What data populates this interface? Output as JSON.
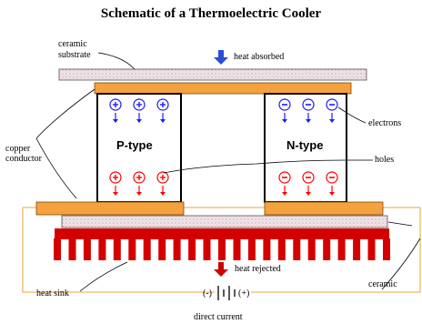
{
  "title": "Schematic of a Thermoelectric Cooler",
  "labels": {
    "ceramic_substrate_top": "ceramic\nsubstrate",
    "heat_absorbed": "heat absorbed",
    "copper_conductor": "copper\nconductor",
    "p_type": "P-type",
    "n_type": "N-type",
    "electrons": "electrons",
    "holes": "holes",
    "heat_rejected": "heat rejected",
    "heat_sink": "heat sink",
    "direct_current": "direct current",
    "ceramic_bottom": "ceramic",
    "minus_terminal": "(-)",
    "plus_terminal": "(+)"
  },
  "colors": {
    "copper": "#f5a13d",
    "ceramic": "#e7d8dd",
    "heat_sink": "#d40000",
    "electron_blue": "#1a1aff",
    "hole_red": "#ff0000",
    "wire": "#f1b760",
    "arrow_blue": "#2a4fd6",
    "arrow_red": "#cc0000"
  },
  "p_type_carrier_symbols": {
    "top": "+",
    "bottom": "+"
  },
  "n_type_carrier_symbols": {
    "top": "−",
    "bottom": "−"
  }
}
